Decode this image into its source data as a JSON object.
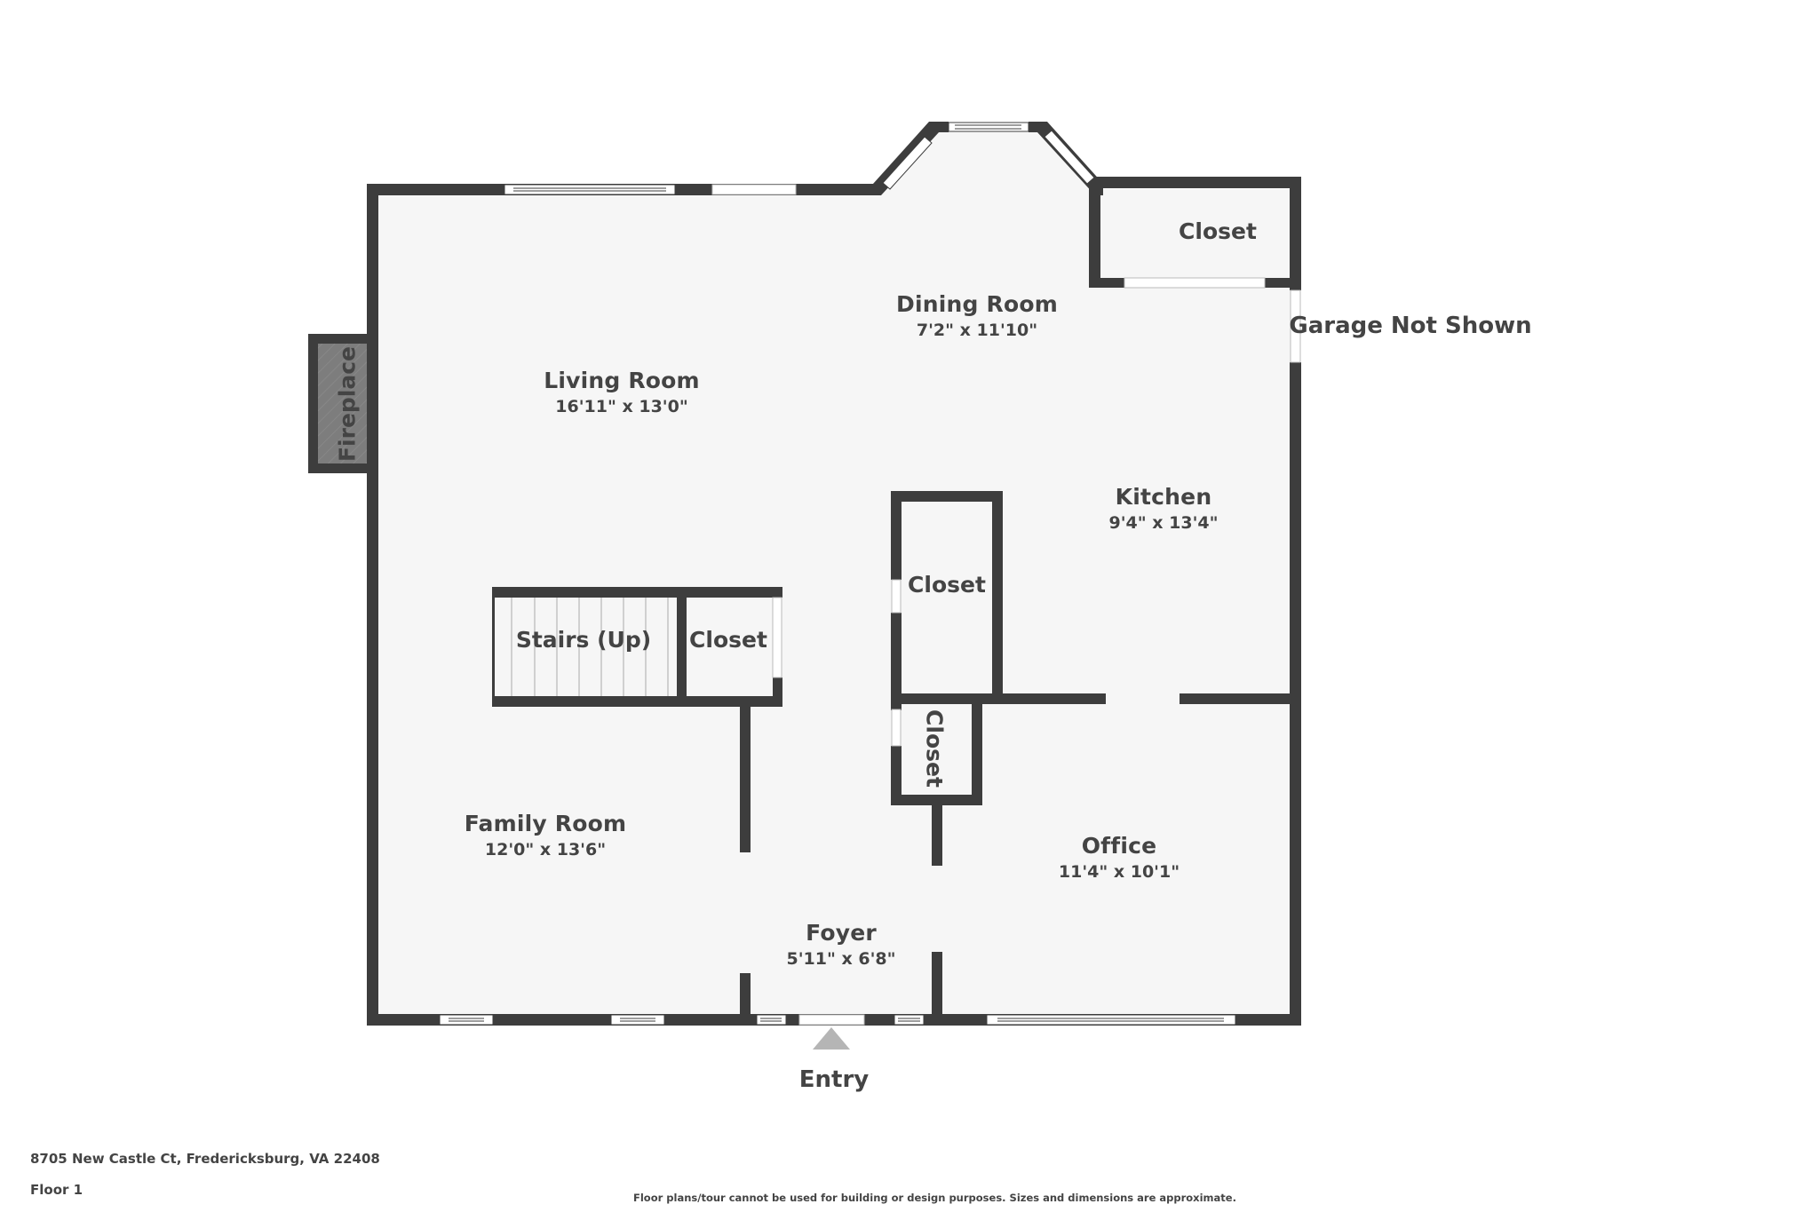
{
  "plan": {
    "floor_label": "Floor 1",
    "address": "8705 New Castle Ct, Fredericksburg, VA 22408",
    "disclaimer": "Floor plans/tour cannot be used for building or design purposes. Sizes and dimensions are approximate.",
    "colors": {
      "wall": "#3d3d3d",
      "floor": "#f6f6f6",
      "text": "#444444",
      "entry_marker": "#b5b5b5",
      "opening": "#ffffff"
    }
  },
  "rooms": [
    {
      "name": "Living Room",
      "dimensions": "16'11\" x 13'0\""
    },
    {
      "name": "Dining Room",
      "dimensions": "7'2\" x 11'10\""
    },
    {
      "name": "Kitchen",
      "dimensions": "9'4\" x 13'4\""
    },
    {
      "name": "Family Room",
      "dimensions": "12'0\" x 13'6\""
    },
    {
      "name": "Office",
      "dimensions": "11'4\" x 10'1\""
    },
    {
      "name": "Foyer",
      "dimensions": "5'11\" x 6'8\""
    }
  ],
  "features": {
    "closet_top": "Closet",
    "closet_mid": "Closet",
    "closet_stairs": "Closet",
    "closet_small": "Closet",
    "stairs": "Stairs (Up)",
    "fireplace": "Fireplace",
    "garage_note": "Garage Not Shown",
    "entry": "Entry"
  }
}
